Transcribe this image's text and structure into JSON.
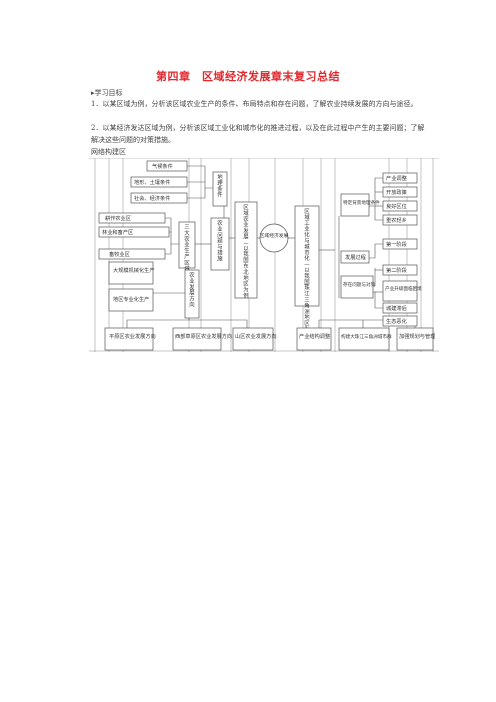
{
  "doc": {
    "title": "第四章　区域经济发展章末复习总结",
    "label": "▸学习目标",
    "p1": "1．以某区域为例，分析该区域农业生产的条件、布局特点和存在问题，了解农业持续发展的方向与途径。",
    "p2": "2．以某经济发达区域为例，分析该区域工业化和城市化的推进过程，以及在此过程中产生的主要问题；了解解决这些问题的对策措施。",
    "net": "网络构建区"
  },
  "diagram": {
    "center": "区域经济发展",
    "left": {
      "conditions": [
        "气候条件",
        "地形、土壤条件",
        "社会、经济条件"
      ],
      "conditions_target": "地理条件",
      "regions": [
        "耕作农业区",
        "林业和畜产区",
        "畜牧业区"
      ],
      "regions_group": "三大农业生产区域",
      "problems": "农业问题与措施",
      "dev": "区域农业发展—以我国东北地区为例",
      "direction": "农业发展方向",
      "mech": "大规模机械化生产",
      "special": "地区专业化生产",
      "bottom": [
        "平原区农业发展方向",
        "西部草原区农业发展方向",
        "山区农业发展方向"
      ]
    },
    "right": {
      "main": "区域工业化与城市化—以我国珠江三角洲地区为例",
      "background": "特定背景地理条件",
      "background_items": [
        "产业调整",
        "开放政策",
        "良好区位",
        "重农轻乡"
      ],
      "process": "发展过程",
      "process_items": [
        "第一阶段",
        "第二阶段"
      ],
      "issues": "存在问题与对策",
      "issues_items": [
        "产业升级面临困境",
        "城建滞后",
        "生态恶化"
      ],
      "bottom": [
        "产业结构调整",
        "构建大珠江三角洲城市群",
        "加强规划与管理"
      ]
    }
  }
}
